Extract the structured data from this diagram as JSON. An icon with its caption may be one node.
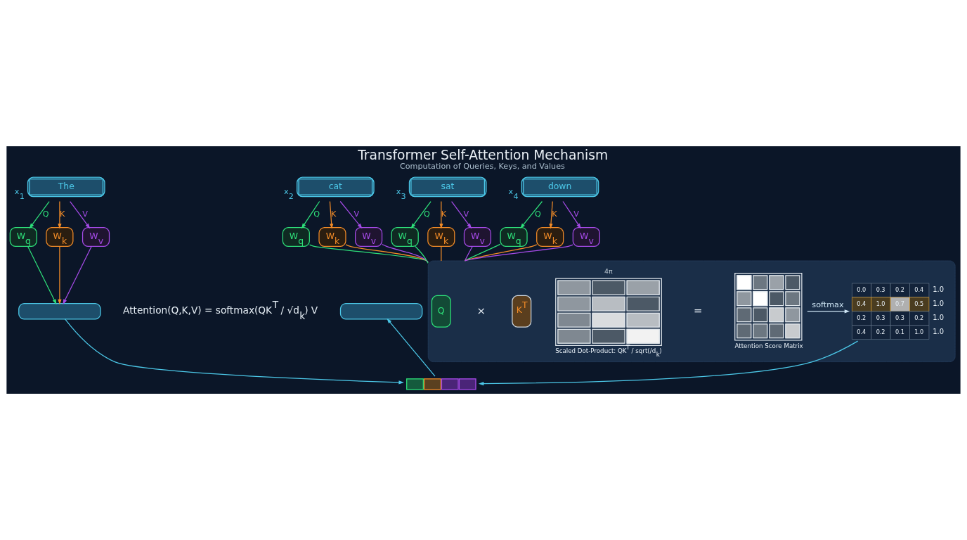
{
  "diagram": {
    "title": "Transformer Self-Attention Mechanism",
    "caption": "Computation of Queries, Keys, and Values",
    "nodes": [
      {
        "text": [
          "The"
        ],
        "beside": [
          "x$_{1}$"
        ]
      },
      {
        "text": [
          "cat"
        ],
        "beside": [
          "x$_{2}$"
        ]
      },
      {
        "text": [
          "sat"
        ],
        "beside": [
          "x$_{3}$"
        ]
      },
      {
        "text": [
          "down"
        ],
        "beside": [
          "x$_{4}$"
        ]
      },
      {
        "text": [
          "W$_{q}$"
        ]
      },
      {
        "text": [
          "W$_{k}$"
        ]
      },
      {
        "text": [
          "W$_{v}$"
        ]
      },
      {
        "text": [
          "W$_{q}$"
        ]
      },
      {
        "text": [
          "W$_{k}$"
        ]
      },
      {
        "text": [
          "W$_{v}$"
        ]
      },
      {
        "text": [
          "W$_{q}$"
        ]
      },
      {
        "text": [
          "W$_{k}$"
        ]
      },
      {
        "text": [
          "W$_{v}$"
        ]
      },
      {
        "text": [
          "W$_{q}$"
        ]
      },
      {
        "text": [
          "W$_{k}$"
        ]
      },
      {
        "text": [
          "W$_{v}$"
        ]
      },
      {
        "text": [],
        "shape": "box"
      },
      {
        "text": [],
        "shape": "box"
      },
      {
        "text": [
          "Q"
        ],
        "in": 17
      },
      {
        "text": [
          "K$^{T}$"
        ],
        "in": 17
      },
      {
        "text": [],
        "shape": "picture",
        "in": 17,
        "beside": [
          "4π",
          "Scaled Dot-Product: QK$^{T}$ / sqrt(/d$_{k}$)"
        ]
      },
      {
        "text": [],
        "shape": "picture",
        "in": 17,
        "beside": [
          "Attention Score Matrix"
        ]
      },
      {
        "text": [
          "0.0",
          "0.3",
          "0.2",
          "0.4",
          "0.4",
          "1.0",
          "0.7",
          "0.5",
          "0.2",
          "0.3",
          "0.3",
          "0.2",
          "0.4",
          "0.2",
          "0.1",
          "1.0"
        ],
        "in": 17,
        "beside": [
          "1.0",
          "1.0",
          "1.0",
          "1.0"
        ]
      },
      {
        "text": [],
        "shape": "bar"
      },
      {
        "text": [],
        "shape": "box"
      }
    ],
    "edges": [
      {
        "from": 0,
        "to": 4,
        "arrow": "to",
        "label": "Q",
        "color": "#2ee07a"
      },
      {
        "from": 0,
        "to": 5,
        "arrow": "to",
        "label": "K",
        "color": "#f28c28"
      },
      {
        "from": 0,
        "to": 6,
        "arrow": "to",
        "label": "V",
        "color": "#a64be8"
      },
      {
        "from": 1,
        "to": 7,
        "arrow": "to",
        "label": "Q",
        "color": "#2ee07a"
      },
      {
        "from": 1,
        "to": 8,
        "arrow": "to",
        "label": "K",
        "color": "#f28c28"
      },
      {
        "from": 1,
        "to": 9,
        "arrow": "to",
        "label": "V",
        "color": "#a64be8"
      },
      {
        "from": 2,
        "to": 10,
        "arrow": "to",
        "label": "Q",
        "color": "#2ee07a"
      },
      {
        "from": 2,
        "to": 11,
        "arrow": "to",
        "label": "K",
        "color": "#f28c28"
      },
      {
        "from": 2,
        "to": 12,
        "arrow": "to",
        "label": "V",
        "color": "#a64be8"
      },
      {
        "from": 3,
        "to": 13,
        "arrow": "to",
        "label": "Q",
        "color": "#2ee07a"
      },
      {
        "from": 3,
        "to": 14,
        "arrow": "to",
        "label": "K",
        "color": "#f28c28"
      },
      {
        "from": 3,
        "to": 15,
        "arrow": "to",
        "label": "V",
        "color": "#a64be8"
      },
      {
        "from": 4,
        "to": 16,
        "arrow": "to",
        "color": "#2ee07a"
      },
      {
        "from": 5,
        "to": 16,
        "arrow": "to",
        "color": "#f28c28"
      },
      {
        "from": 6,
        "to": 16,
        "arrow": "to",
        "color": "#a64be8"
      },
      {
        "from": 7,
        "to": 17,
        "arrow": "none",
        "color": "#2ee07a"
      },
      {
        "from": 8,
        "to": 17,
        "arrow": "none",
        "color": "#f28c28"
      },
      {
        "from": 9,
        "to": 17,
        "arrow": "none",
        "color": "#a64be8"
      },
      {
        "from": 10,
        "to": 17,
        "arrow": "none",
        "color": "#2ee07a"
      },
      {
        "from": 11,
        "to": 17,
        "arrow": "none",
        "color": "#f28c28"
      },
      {
        "from": 12,
        "to": 17,
        "arrow": "none",
        "color": "#a64be8"
      },
      {
        "from": 13,
        "to": 17,
        "arrow": "none",
        "color": "#2ee07a"
      },
      {
        "from": 14,
        "to": 17,
        "arrow": "none",
        "color": "#f28c28"
      },
      {
        "from": 15,
        "to": 17,
        "arrow": "none",
        "color": "#a64be8"
      },
      {
        "from": 16,
        "to": 23,
        "arrow": "to",
        "color": "#4cc8e8"
      },
      {
        "from": 21,
        "to": 22,
        "arrow": "to",
        "label": "softmax",
        "color": "#cfe6f5"
      },
      {
        "from": 22,
        "to": 23,
        "arrow": "to",
        "color": "#4cc8e8"
      },
      {
        "from": 23,
        "to": 24,
        "arrow": "to",
        "color": "#4cc8e8"
      }
    ],
    "labels": [
      "×",
      "=",
      "Attention(Q,K,V) = softmax(QK$^{T}$ / √d$_{k}$) V"
    ]
  }
}
